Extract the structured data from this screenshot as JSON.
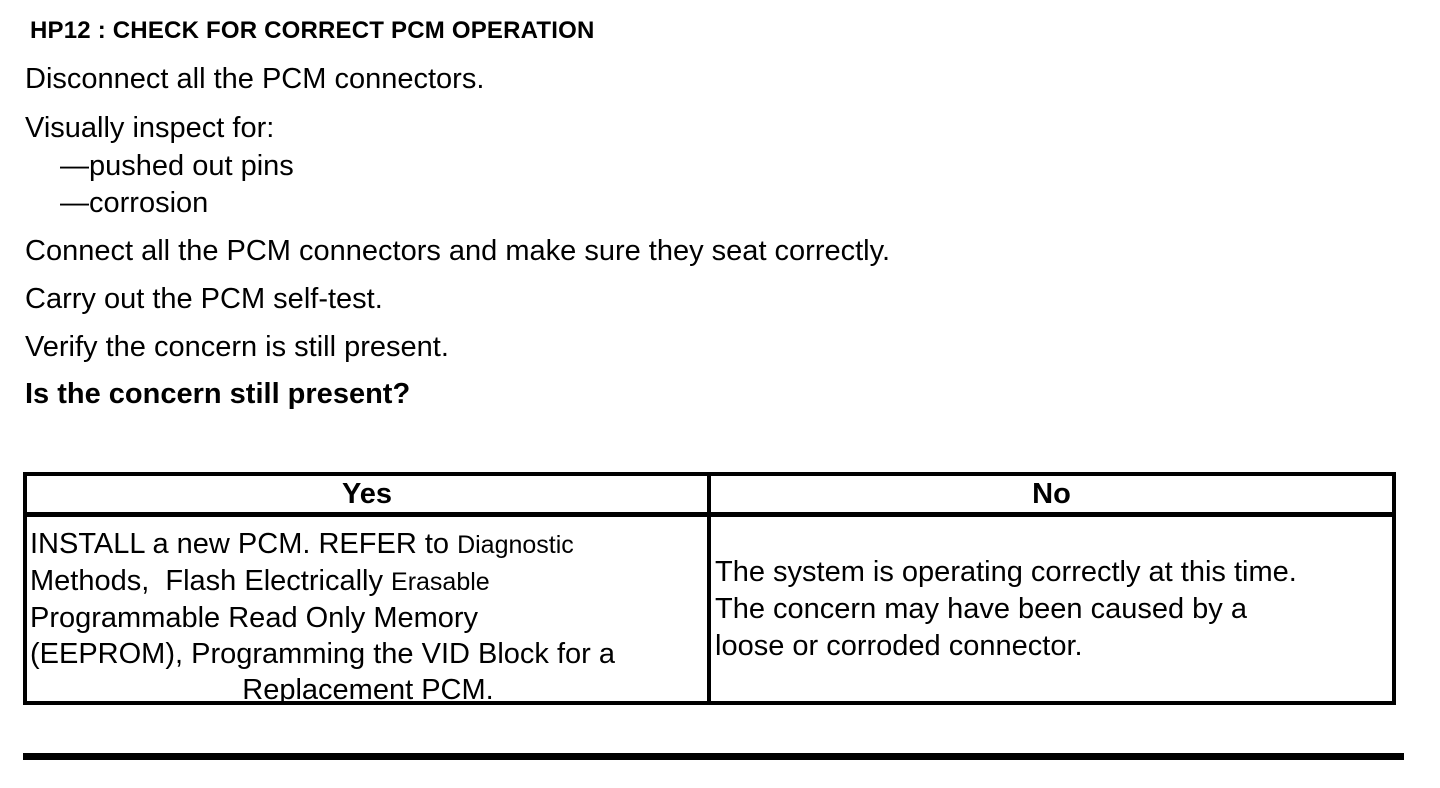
{
  "colors": {
    "text": "#000000",
    "background": "#ffffff"
  },
  "procedure": {
    "heading": "HP12 : CHECK FOR CORRECT PCM OPERATION",
    "steps": [
      "Disconnect all the PCM connectors.",
      "Visually inspect for:",
      "—pushed out pins",
      "—corrosion",
      "Connect all the PCM connectors and make sure they seat correctly.",
      "Carry out the PCM self-test.",
      "Verify the concern is still present.",
      "Is the concern still present?"
    ]
  },
  "decision_table": {
    "yes_header": "Yes",
    "no_header": "No",
    "yes_cell_lines": [
      [
        "INSTALL a new PCM. REFER to ",
        "Diagnostic"
      ],
      [
        "Methods,  Flash Electrically ",
        "Erasable"
      ],
      [
        "Programmable Read Only Memory"
      ],
      [
        "(EEPROM), Programming the VID Block for a"
      ],
      [
        "Replacement PCM."
      ]
    ],
    "no_cell_lines": [
      "The system is operating correctly at this time.",
      "The concern may have been caused by a",
      "loose or corroded connector."
    ]
  }
}
